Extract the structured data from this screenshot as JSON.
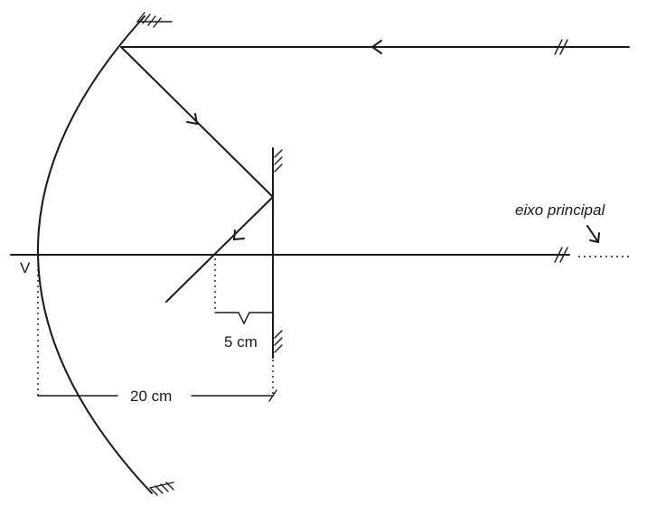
{
  "labels": {
    "vertex": "V",
    "principal_axis": "eixo principal",
    "small_distance": "5 cm",
    "large_distance": "20 cm"
  },
  "colors": {
    "ink": "#1a1a1a",
    "background": "#ffffff"
  }
}
